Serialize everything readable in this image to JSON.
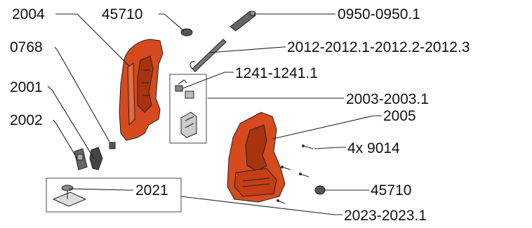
{
  "colors": {
    "housing": "#d64a1e",
    "housing_shade": "#a8330f",
    "line": "#222222"
  },
  "labels": {
    "l2004": "2004",
    "l45710_top": "45710",
    "l0950": "0950-0950.1",
    "l0768": "0768",
    "l2012": "2012-2012.1-2012.2-2012.3",
    "l1241": "1241-1241.1",
    "l2001": "2001",
    "l2003": "2003-2003.1",
    "l2005": "2005",
    "l2002": "2002",
    "l9014": "4x 9014",
    "l2021": "2021",
    "l45710_bottom": "45710",
    "l2023": "2023-2023.1"
  }
}
